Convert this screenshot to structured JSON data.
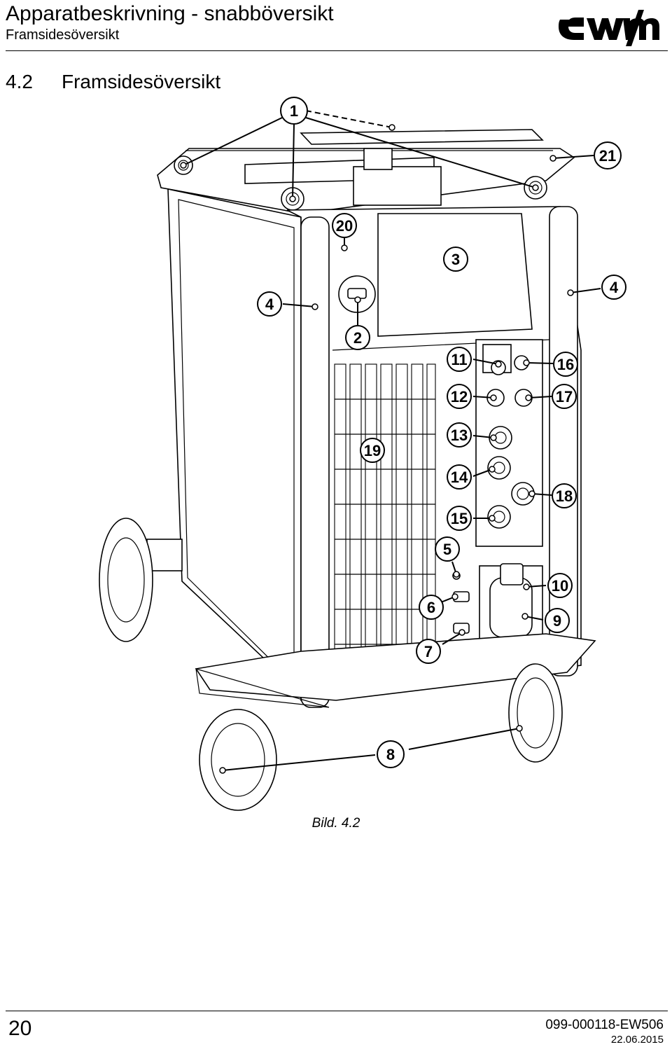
{
  "header": {
    "title": "Apparatbeskrivning - snabböversikt",
    "subtitle": "Framsidesöversikt",
    "logo_text": "ewm"
  },
  "section": {
    "number": "4.2",
    "title": "Framsidesöversikt"
  },
  "figure": {
    "caption": "Bild. 4.2",
    "callouts": [
      "1",
      "21",
      "20",
      "3",
      "4",
      "4",
      "2",
      "11",
      "16",
      "12",
      "17",
      "13",
      "19",
      "14",
      "18",
      "15",
      "5",
      "10",
      "6",
      "9",
      "7",
      "8"
    ]
  },
  "footer": {
    "page_number": "20",
    "doc_id": "099-000118-EW506",
    "date": "22.06.2015"
  }
}
